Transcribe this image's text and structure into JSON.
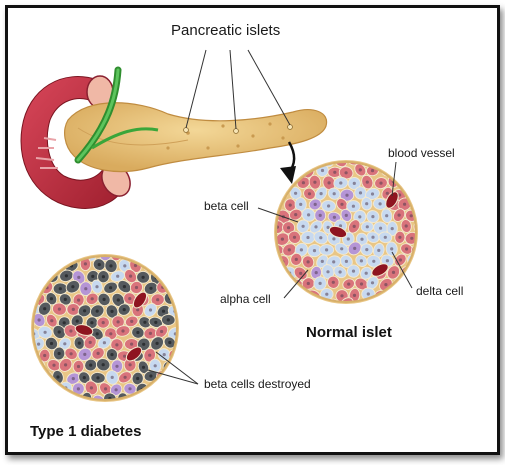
{
  "figure": {
    "title": "Pancreatic islets",
    "labels": {
      "blood_vessel": "blood vessel",
      "beta_cell": "beta cell",
      "alpha_cell": "alpha cell",
      "delta_cell": "delta cell",
      "beta_cells_destroyed": "beta cells destroyed"
    },
    "captions": {
      "normal": "Normal islet",
      "diabetic": "Type 1 diabetes"
    }
  },
  "colors": {
    "pancreas": "#e8c27a",
    "duodenum": "#c4303f",
    "duct": "#3aa63a",
    "beta_cell": "#c7d9f0",
    "alpha_cell": "#d9737b",
    "delta_cell": "#b595d6",
    "blood": "#8e1420",
    "destroyed_cell": "#555a5e",
    "islet_border": "#e9c686"
  }
}
